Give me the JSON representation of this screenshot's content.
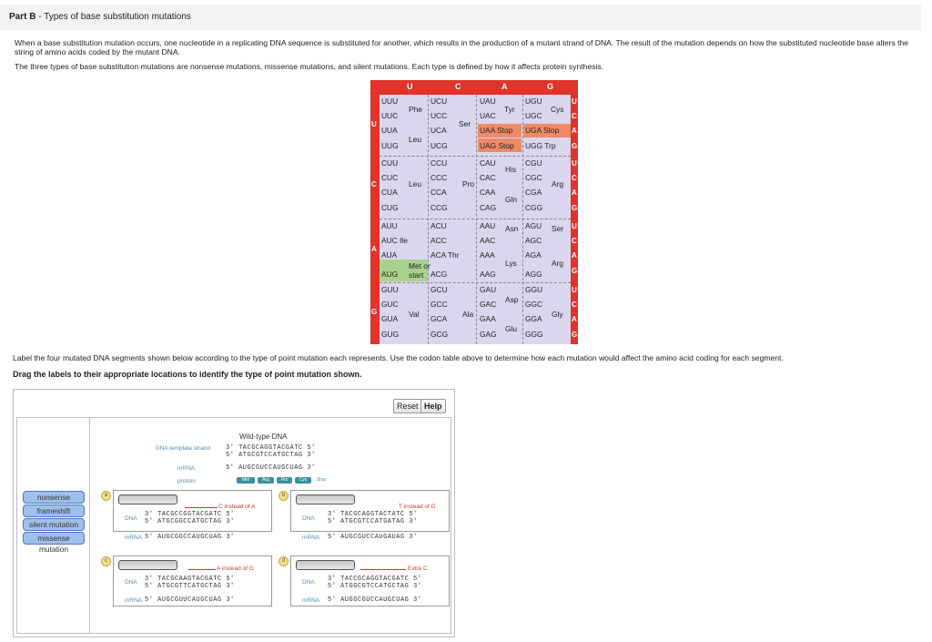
{
  "header": {
    "part": "Part B",
    "title": " - Types of base substitution mutations"
  },
  "intro": {
    "p1": "When a base substitution mutation occurs, one nucleotide in a replicating DNA sequence is substituted for another, which results in the production of a mutant strand of DNA. The result of the mutation depends on how the substituted nucleotide base alters the string of amino acids coded by the mutant DNA.",
    "p2": "The three types of base substitution mutations are nonsense mutations, missense mutations, and silent mutations. Each type is defined by how it affects protein synthesis."
  },
  "codon_table": {
    "headers": [
      "U",
      "C",
      "A",
      "G"
    ],
    "left": [
      "U",
      "C",
      "A",
      "G"
    ],
    "right": [
      "U",
      "C",
      "A",
      "G",
      "U",
      "C",
      "A",
      "G",
      "U",
      "C",
      "A",
      "G",
      "U",
      "C",
      "A",
      "G"
    ],
    "blocks": [
      {
        "codons": [
          [
            "UUU",
            "UCU",
            "UAU",
            "UGU"
          ],
          [
            "UUC",
            "UCC",
            "UAC",
            "UGC"
          ],
          [
            "UUA",
            "UCA",
            "UAA Stop",
            "UGA Stop"
          ],
          [
            "UUG",
            "UCG",
            "UAG Stop",
            "UGG Trp"
          ]
        ],
        "aa": [
          "Phe",
          "Leu",
          "Ser",
          "Tyr",
          "Cys"
        ]
      },
      {
        "codons": [
          [
            "CUU",
            "CCU",
            "CAU",
            "CGU"
          ],
          [
            "CUC",
            "CCC",
            "CAC",
            "CGC"
          ],
          [
            "CUA",
            "CCA",
            "CAA",
            "CGA"
          ],
          [
            "CUG",
            "CCG",
            "CAG",
            "CGG"
          ]
        ],
        "aa": [
          "Leu",
          "Pro",
          "His",
          "Gln",
          "Arg"
        ]
      },
      {
        "codons": [
          [
            "AUU",
            "ACU",
            "AAU",
            "AGU"
          ],
          [
            "AUC Ile",
            "ACC",
            "AAC",
            "AGC"
          ],
          [
            "AUA",
            "ACA Thr",
            "AAA",
            "AGA"
          ],
          [
            "AUG",
            "ACG",
            "AAG",
            "AGG"
          ]
        ],
        "aa": [
          "Met or",
          "start",
          "Asn",
          "Lys",
          "Ser",
          "Arg"
        ]
      },
      {
        "codons": [
          [
            "GUU",
            "GCU",
            "GAU",
            "GGU"
          ],
          [
            "GUC",
            "GCC",
            "GAC",
            "GGC"
          ],
          [
            "GUA",
            "GCA",
            "GAA",
            "GGA"
          ],
          [
            "GUG",
            "GCG",
            "GAG",
            "GGG"
          ]
        ],
        "aa": [
          "Val",
          "Ala",
          "Asp",
          "Glu",
          "Gly"
        ]
      }
    ],
    "colors": {
      "border": "#e0332a",
      "body": "#d9d6ee",
      "stop": "#ee8a6a",
      "start": "#a9d18e"
    }
  },
  "instructions": {
    "label": "Label the four mutated DNA segments shown below according to the type of point mutation each represents. Use the codon table above to determine how each mutation would affect the amino acid coding for each segment.",
    "drag": "Drag the labels to their appropriate locations to identify the type of point mutation shown."
  },
  "buttons": {
    "reset": "Reset",
    "help": "Help"
  },
  "labels": [
    "nonsense mutation",
    "frameshift mutation",
    "silent mutation",
    "missense mutation"
  ],
  "wild_type": {
    "title": "Wild-type DNA",
    "strand_label": "DNA template strand",
    "dna_3": "3' TACGCAGGTACGATC 5'",
    "dna_5": "5' ATGCGTCCATGCTAG 3'",
    "mrna_label": "mRNA",
    "mrna": "5' AUGCGUCCAUGCUAG 3'",
    "protein_label": "protein",
    "protein": [
      "Met",
      "Arg",
      "Pro",
      "Cys",
      "Stop"
    ]
  },
  "segments": [
    {
      "tag": "a",
      "note": "C instead of A",
      "dna_3": "3' TACGCCGGTACGATC 5'",
      "dna_5": "5' ATGCGGCCATGCTAG 3'",
      "mrna": "5' AUGCGGCCAUGCUAG 3'"
    },
    {
      "tag": "b",
      "note": "T instead of G",
      "dna_3": "3' TACGCAGGTACTATC 5'",
      "dna_5": "5' ATGCGTCCATGATAG 3'",
      "mrna": "5' AUGCGUCCAUGAUAG 3'"
    },
    {
      "tag": "c",
      "note": "A instead of G",
      "dna_3": "3' TACGCAAGTACGATC 5'",
      "dna_5": "5' ATGCGTTCATGCTAG 3'",
      "mrna": "5' AUGCGUUCAUGCUAG 3'"
    },
    {
      "tag": "d",
      "note": "Extra C",
      "dna_3": "3' TACCGCAGGTACGATC 5'",
      "dna_5": "5' ATGGCGTCCATGCTAG 3'",
      "mrna": "5' AUGGCGUCCAUGCUAG 3'"
    }
  ],
  "row_labels": {
    "dna": "DNA",
    "mrna": "mRNA"
  }
}
